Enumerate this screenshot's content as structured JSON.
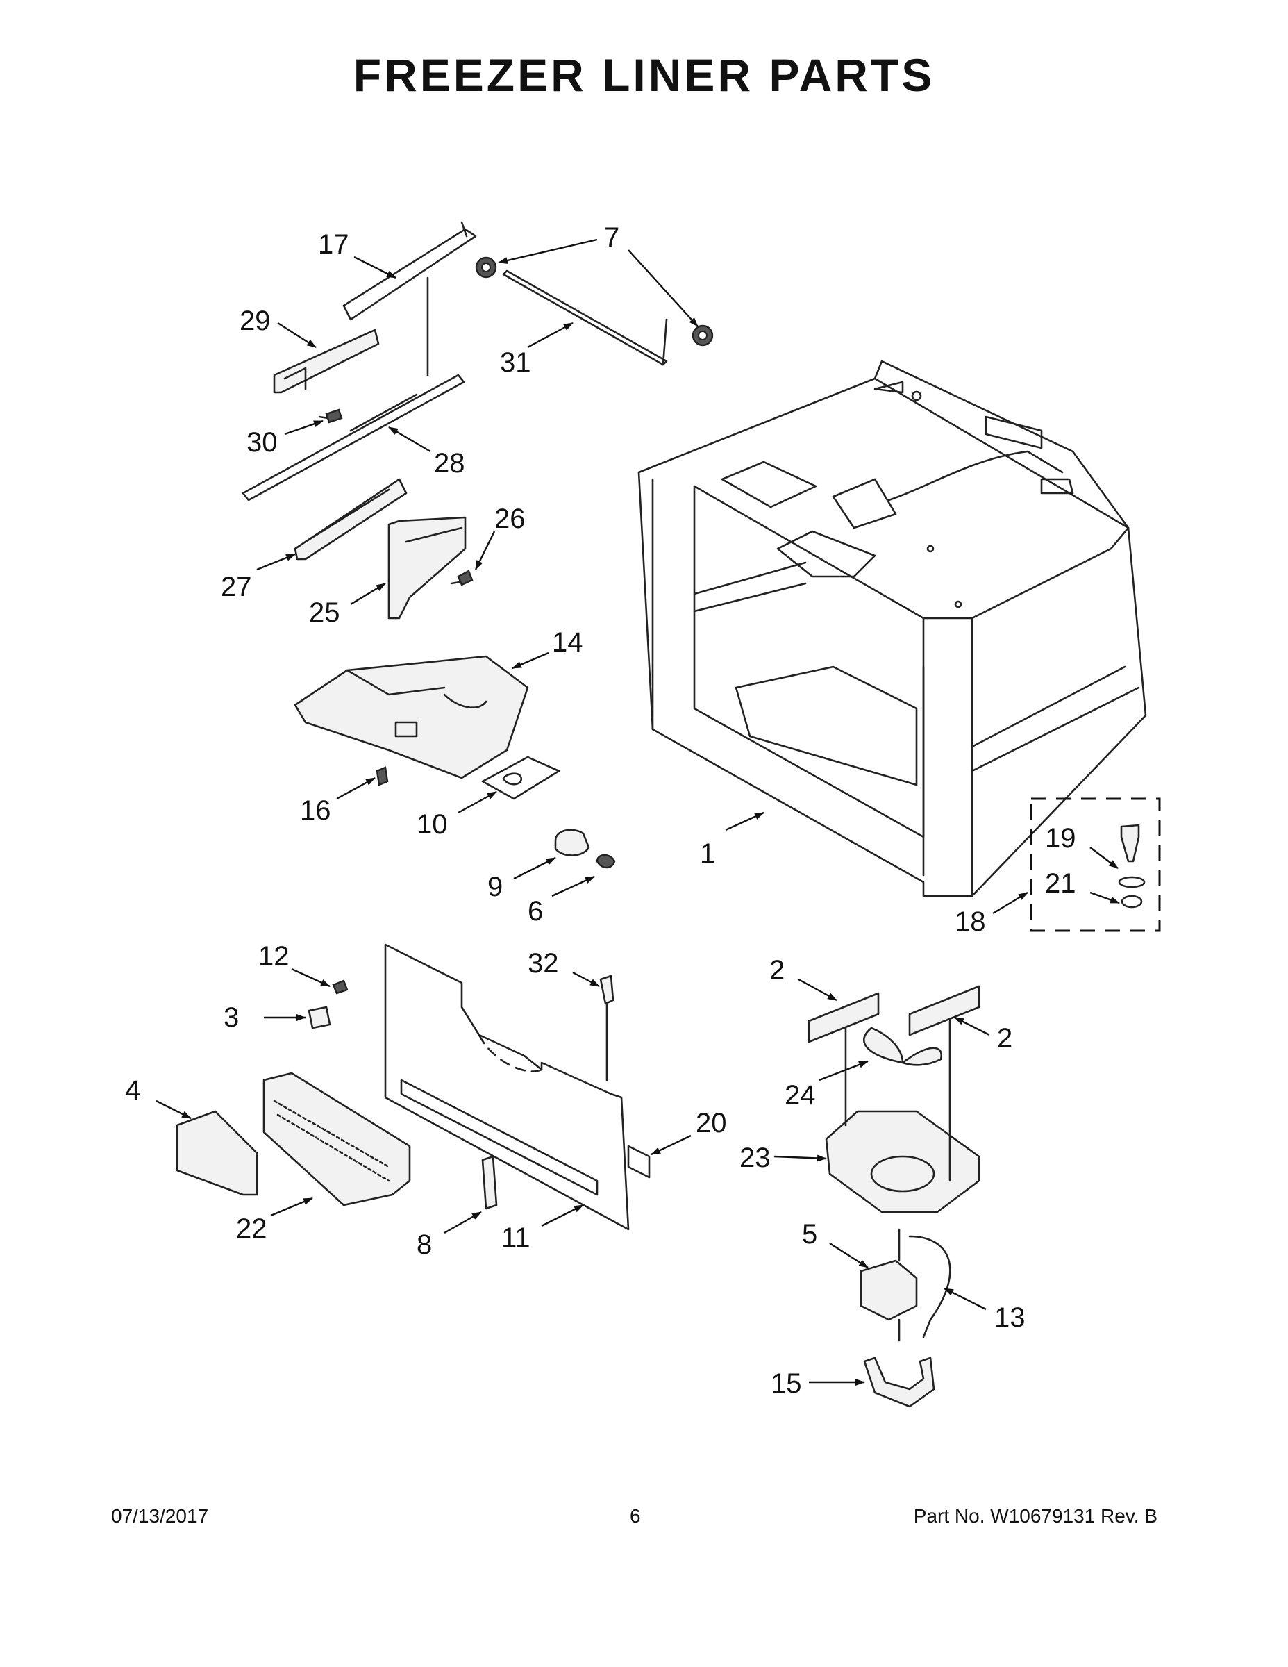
{
  "title": "FREEZER LINER PARTS",
  "callouts": {
    "c1": "1",
    "c2a": "2",
    "c2b": "2",
    "c3": "3",
    "c4": "4",
    "c5": "5",
    "c6": "6",
    "c7": "7",
    "c8": "8",
    "c9": "9",
    "c10": "10",
    "c11": "11",
    "c12": "12",
    "c13": "13",
    "c14": "14",
    "c15": "15",
    "c16": "16",
    "c17": "17",
    "c18": "18",
    "c19": "19",
    "c20": "20",
    "c21": "21",
    "c22": "22",
    "c23": "23",
    "c24": "24",
    "c25": "25",
    "c26": "26",
    "c27": "27",
    "c28": "28",
    "c29": "29",
    "c30": "30",
    "c31": "31",
    "c32": "32"
  },
  "footer": {
    "date": "07/13/2017",
    "page": "6",
    "part_no": "Part No.  W10679131  Rev.  B"
  }
}
